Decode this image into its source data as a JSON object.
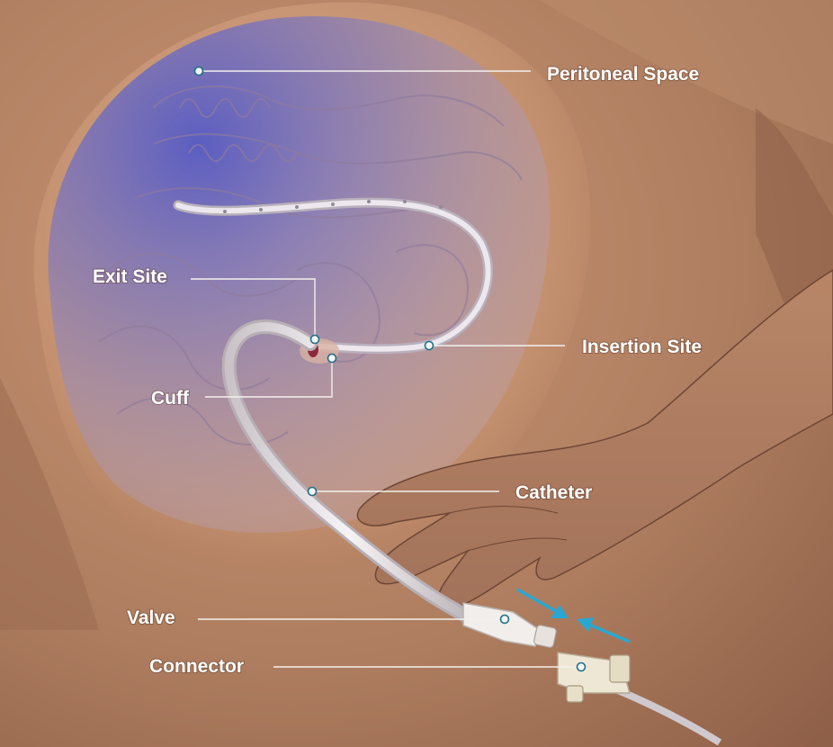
{
  "labels": {
    "peritoneal_space": "Peritoneal Space",
    "exit_site": "Exit Site",
    "insertion_site": "Insertion Site",
    "cuff": "Cuff",
    "catheter": "Catheter",
    "valve": "Valve",
    "connector": "Connector"
  },
  "colors": {
    "skin": "#b78463",
    "skin_shadow": "#8a5c43",
    "peritoneal_tint": "#6a6fd0",
    "catheter_tube": "#ece8ea",
    "marker_ring": "#1f6f85",
    "arrow": "#2aa7d1",
    "label_text": "#ffffff"
  },
  "icons": {
    "connection_arrows": "double-arrow-converging-icon"
  }
}
